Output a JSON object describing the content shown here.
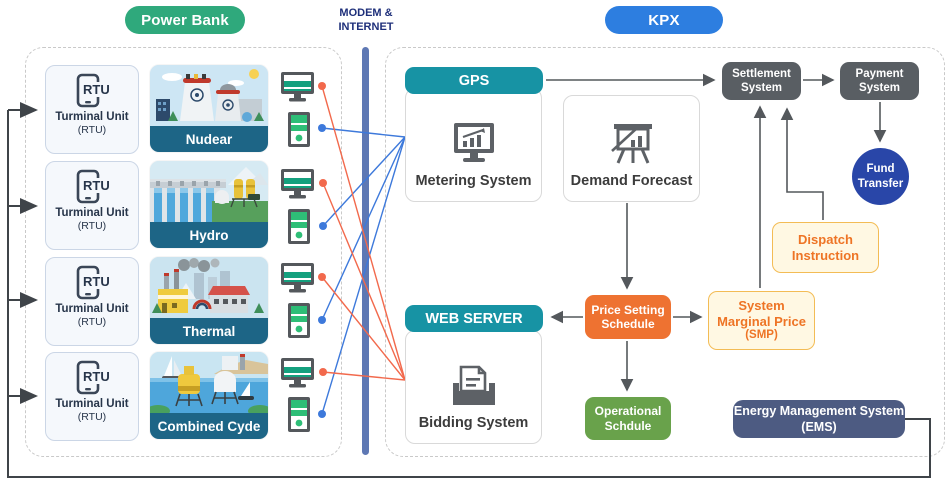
{
  "titles": {
    "power_bank": "Power Bank",
    "kpx": "KPX",
    "modem_line1": "MODEM &",
    "modem_line2": "INTERNET"
  },
  "plants": {
    "rtu_icon_label": "RTU",
    "rtu_title": "Turminal Unit",
    "rtu_sub": "(RTU)",
    "items": [
      {
        "name": "Nudear"
      },
      {
        "name": "Hydro"
      },
      {
        "name": "Thermal"
      },
      {
        "name": "Combined Cyde"
      }
    ]
  },
  "kpx": {
    "gps": "GPS",
    "metering": "Metering System",
    "demand_forecast": "Demand Forecast",
    "web_server": "WEB SERVER",
    "bidding": "Bidding System",
    "price_setting_1": "Price Setting",
    "price_setting_2": "Schedule",
    "operational_1": "Operational",
    "operational_2": "Schdule",
    "smp_1": "System",
    "smp_2": "Marginal Price",
    "smp_3": "(SMP)",
    "dispatch_1": "Dispatch",
    "dispatch_2": "Instruction",
    "settlement_1": "Settlement",
    "settlement_2": "System",
    "payment_1": "Payment",
    "payment_2": "System",
    "fund_1": "Fund",
    "fund_2": "Transfer",
    "ems_1": "Energy Management System",
    "ems_2": "(EMS)"
  },
  "colors": {
    "power_bank_pill": "#2FA97C",
    "kpx_pill": "#2D7EE0",
    "modem_bar": "#5E78B4",
    "teal_header": "#1793A4",
    "plant_label": "#1D6586",
    "orange_box": "#EE7231",
    "green_box": "#69A24B",
    "soft_yellow": "#FFF8E3",
    "soft_border": "#F3BC55",
    "orange_text": "#EE7425",
    "dark_gray_box": "#595E63",
    "fund_blue": "#2946A8",
    "ems_slate": "#4D5B82",
    "red_line": "#F2694C",
    "blue_line": "#3D79DB"
  },
  "icons": [
    "rtu-phone-icon",
    "desktop-monitor-icon",
    "server-tower-icon",
    "metering-monitor-chart-icon",
    "demand-forecast-presentation-icon",
    "bidding-document-tray-icon"
  ]
}
